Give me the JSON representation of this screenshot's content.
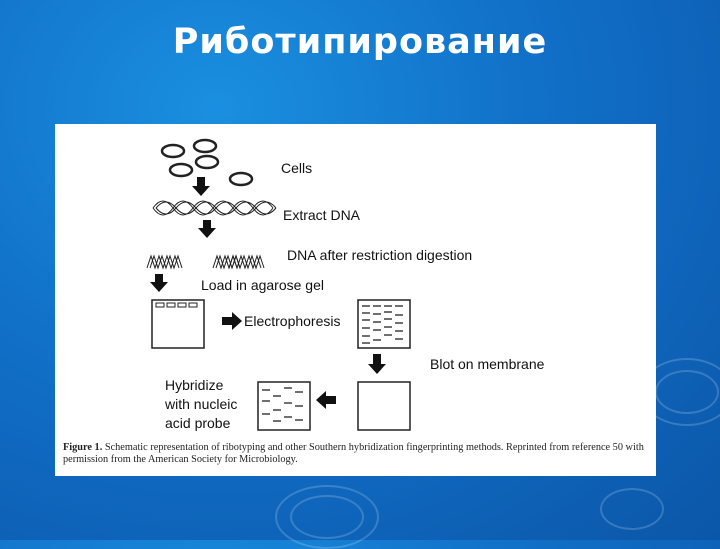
{
  "slide": {
    "title": "Риботипирование"
  },
  "diagram": {
    "steps": {
      "cells": "Cells",
      "extract": "Extract DNA",
      "digest": "DNA after restriction digestion",
      "load": "Load in agarose gel",
      "electrophoresis": "Electrophoresis",
      "blot": "Blot on membrane",
      "hybridize_line1": "Hybridize",
      "hybridize_line2": "with nucleic",
      "hybridize_line3": "acid probe"
    },
    "caption": {
      "label": "Figure 1.",
      "text": " Schematic representation of ribotyping and other Southern hybridization fingerprinting methods. Reprinted from reference 50 with permission from the American Society for Microbiology."
    }
  }
}
